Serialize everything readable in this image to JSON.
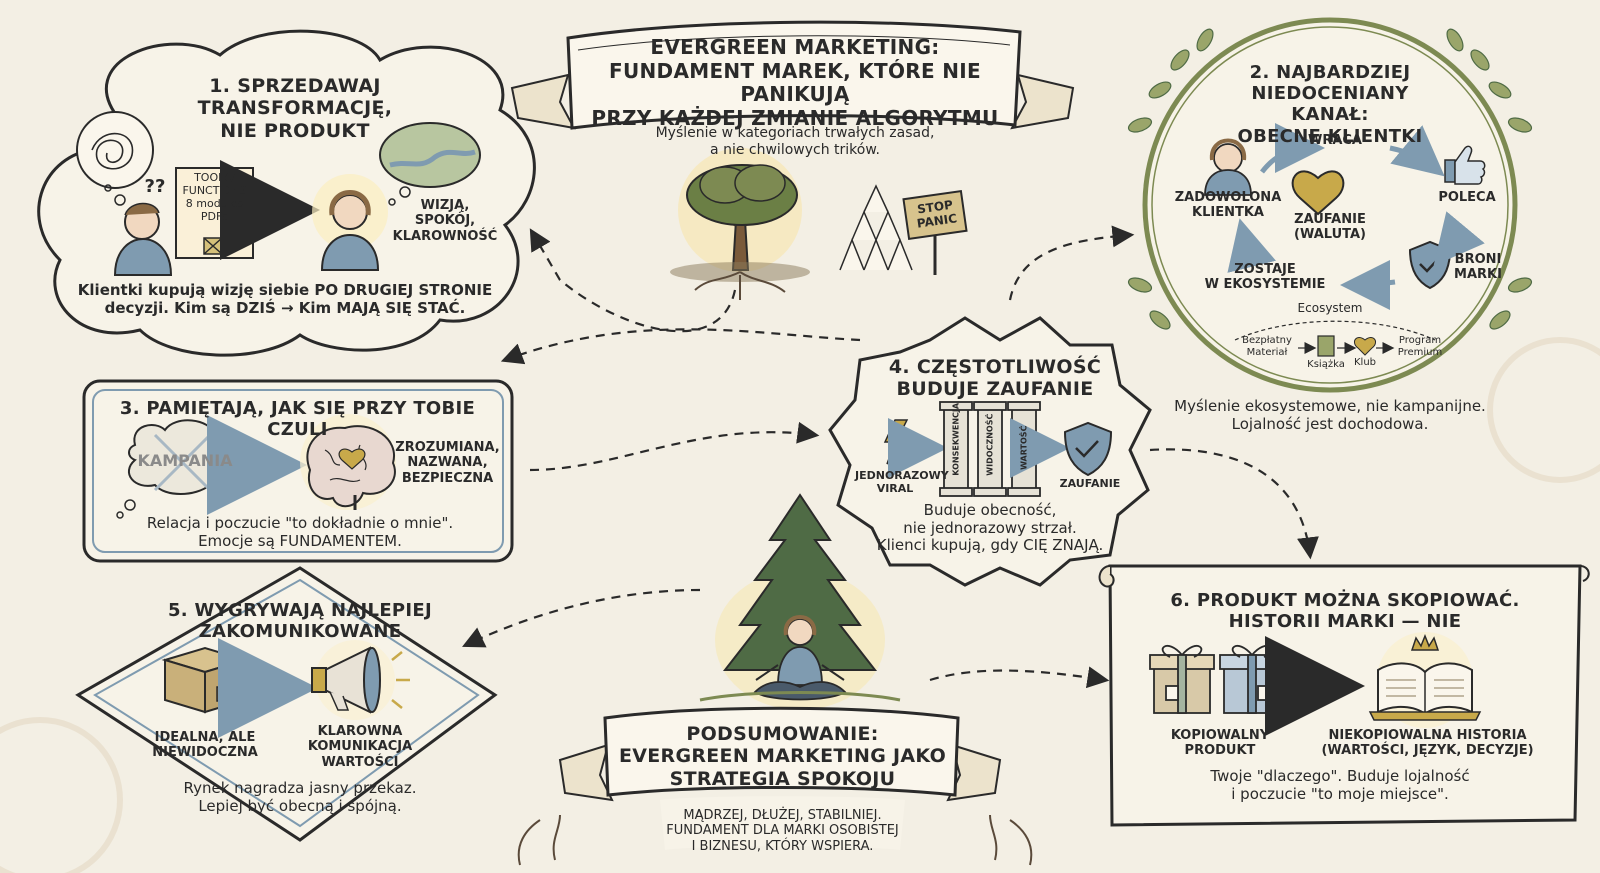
{
  "main": {
    "title_lines": [
      "EVERGREEN MARKETING:",
      "FUNDAMENT MAREK, KTÓRE NIE PANIKUJĄ",
      "PRZY KAŻDEJ ZMIANIE ALGORYTMU"
    ],
    "subtitle_lines": [
      "Myślenie w kategoriach trwałych zasad,",
      "a nie chwilowych trików."
    ],
    "stop_sign": [
      "STOP",
      "PANIC"
    ]
  },
  "section1": {
    "heading_lines": [
      "1. SPRZEDAWAJ TRANSFORMACJĘ,",
      "NIE PRODUKT"
    ],
    "tools_card": [
      "TOOLS/",
      "FUNCTIONS",
      "8 modules",
      "PDFs"
    ],
    "qmarks": "??",
    "outcome_lines": [
      "WIZJĄ,",
      "SPOKÓJ,",
      "KLAROWNOŚĆ"
    ],
    "body_lines": [
      "Klientki kupują wizję siebie PO DRUGIEJ STRONIE",
      "decyzji. Kim są DZIŚ → Kim MAJĄ SIĘ STAĆ."
    ]
  },
  "section2": {
    "heading_lines": [
      "2. NAJBARDZIEJ",
      "NIEDOCENIANY KANAŁ:",
      "OBECNE KLIENTKI"
    ],
    "cycle": {
      "happy": [
        "ZADOWOLONA",
        "KLIENTKA"
      ],
      "returns": "WRACA",
      "recommends": "POLECA",
      "defends": [
        "BRONI",
        "MARKI"
      ],
      "stays": [
        "ZOSTAJE",
        "W EKOSYSTEMIE"
      ],
      "trust": [
        "ZAUFANIE",
        "(WALUTA)"
      ]
    },
    "ecosystem_label": "Ecosystem",
    "ecosystem_steps": {
      "free": [
        "Bezpłatny",
        "Materiał"
      ],
      "book": "Książka",
      "club": "Klub",
      "premium": [
        "Program",
        "Premium"
      ]
    },
    "caption_lines": [
      "Myślenie ekosystemowe, nie kampanijne.",
      "Lojalność jest dochodowa."
    ]
  },
  "section3": {
    "heading": "3. PAMIĘTAJĄ, JAK SIĘ PRZY TOBIE CZULI",
    "campaign_label": "KAMPANIA",
    "feelings_lines": [
      "ZROZUMIANA,",
      "NAZWANA,",
      "BEZPIECZNA"
    ],
    "body_lines": [
      "Relacja i poczucie \"to dokładnie o mnie\".",
      "Emocje są FUNDAMENTEM."
    ]
  },
  "section4": {
    "heading_lines": [
      "4. CZĘSTOTLIWOŚĆ",
      "BUDUJE ZAUFANIE"
    ],
    "viral_label": [
      "JEDNORAZOWY",
      "VIRAL"
    ],
    "pillars": [
      "KONSEKWENCJA",
      "WIDOCZNOŚĆ",
      "WARTOŚĆ"
    ],
    "trust_label": "ZAUFANIE",
    "body_lines": [
      "Buduje obecność,",
      "nie jednorazowy strzał.",
      "Klienci kupują, gdy CIĘ ZNAJĄ."
    ]
  },
  "section5": {
    "heading_lines": [
      "5. WYGRYWAJĄ NAJLEPIEJ",
      "ZAKOMUNIKOWANE"
    ],
    "left_label": [
      "IDEALNA, ALE",
      "NIEWIDOCZNA"
    ],
    "right_label": [
      "KLAROWNA",
      "KOMUNIKACJA",
      "WARTOŚCI"
    ],
    "body_lines": [
      "Rynek nagradza jasny przekaz.",
      "Lepiej być obecną i spójną."
    ]
  },
  "section6": {
    "heading_lines": [
      "6. PRODUKT MOŻNA SKOPIOWAĆ.",
      "HISTORII MARKI — NIE"
    ],
    "left_label": [
      "KOPIOWALNY",
      "PRODUKT"
    ],
    "right_label": [
      "NIEKOPIOWALNA HISTORIA",
      "(WARTOŚCI, JĘZYK, DECYZJE)"
    ],
    "body_lines": [
      "Twoje \"dlaczego\". Buduje lojalność",
      "i poczucie \"to moje miejsce\"."
    ]
  },
  "summary": {
    "title_lines": [
      "PODSUMOWANIE:",
      "EVERGREEN MARKETING JAKO",
      "STRATEGIA SPOKOJU"
    ],
    "body_lines": [
      "MĄDRZEJ, DŁUŻEJ, STABILNIEJ.",
      "FUNDAMENT DLA MARKI OSOBISTEJ",
      "I BIZNESU, KTÓRY WSPIERA."
    ]
  },
  "colors": {
    "background": "#f3efe4",
    "ink": "#2a2a2a",
    "accent_blue": "#7f9bb0",
    "tree_green": "#4f6b45",
    "olive": "#7d8a52",
    "paper": "#faf6ec",
    "gold": "#c8a94a"
  }
}
